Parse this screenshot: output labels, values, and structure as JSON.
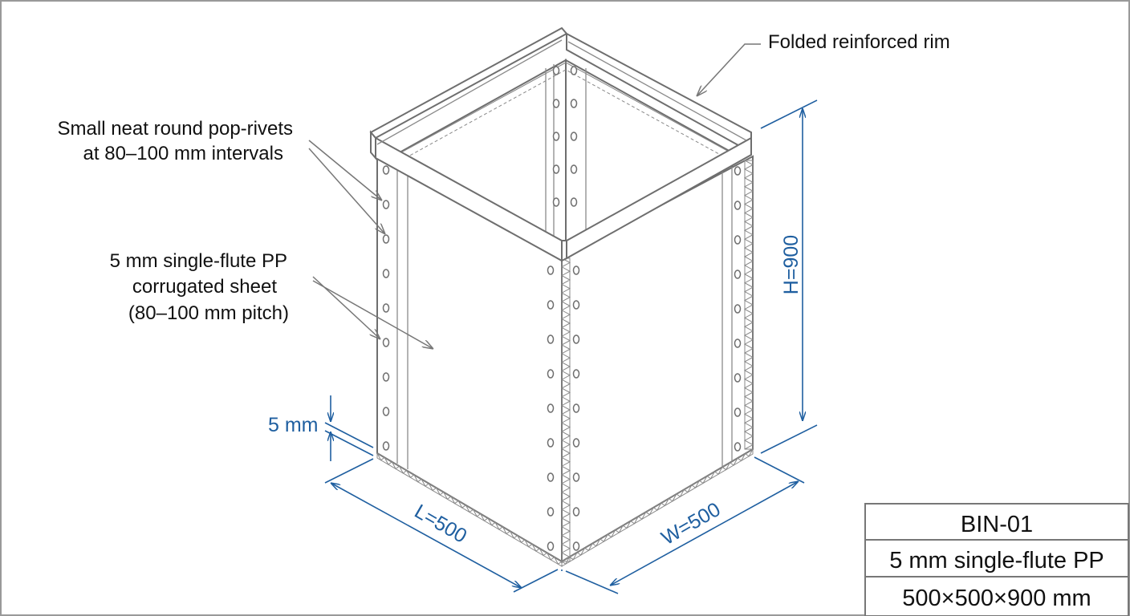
{
  "labels": {
    "rim": "Folded reinforced rim",
    "rivets_line1": "Small neat round pop-rivets",
    "rivets_line2": "at 80–100 mm intervals",
    "sheet_line1": "5 mm single-flute PP",
    "sheet_line2": "corrugated sheet",
    "sheet_line3": "(80–100 mm pitch)"
  },
  "dimensions": {
    "height": "H=900",
    "width": "W=500",
    "length": "L=500",
    "thickness": "5 mm"
  },
  "title_block": {
    "id": "BIN-01",
    "material": "5 mm single-flute PP",
    "size": "500×500×900 mm"
  },
  "colors": {
    "dimension": "#1f5fa0",
    "line": "#6e6e6e"
  }
}
